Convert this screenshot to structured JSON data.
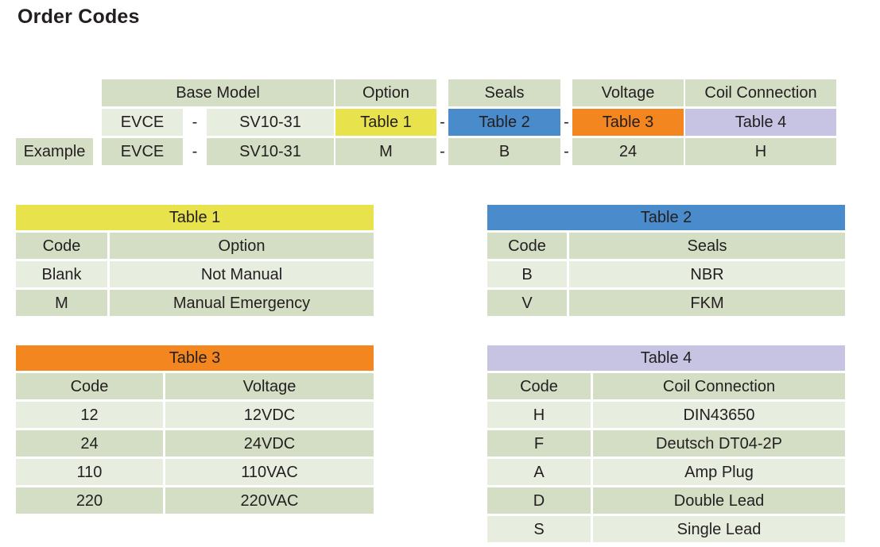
{
  "page": {
    "title": "Order Codes"
  },
  "order_table": {
    "headers": {
      "example_label_blank": "",
      "base_model": "Base Model",
      "option": "Option",
      "seals": "Seals",
      "voltage": "Voltage",
      "coil_connection": "Coil Connection"
    },
    "separator": "-",
    "code_row": {
      "row_label": "",
      "base_prefix": "EVCE",
      "base_suffix": "SV10-31",
      "option": "Table 1",
      "seals": "Table 2",
      "voltage": "Table 3",
      "coil_connection": "Table 4"
    },
    "example_row": {
      "row_label": "Example",
      "base_prefix": "EVCE",
      "base_suffix": "SV10-31",
      "option": "M",
      "seals": "B",
      "voltage": "24",
      "coil_connection": "H"
    }
  },
  "tables": {
    "table1": {
      "title": "Table 1",
      "accent": "#E8E34D",
      "columns": [
        "Code",
        "Option"
      ],
      "rows": [
        {
          "code": "Blank",
          "value": "Not Manual"
        },
        {
          "code": "M",
          "value": "Manual Emergency"
        }
      ]
    },
    "table2": {
      "title": "Table 2",
      "accent": "#4A8BCB",
      "columns": [
        "Code",
        "Seals"
      ],
      "rows": [
        {
          "code": "B",
          "value": "NBR"
        },
        {
          "code": "V",
          "value": "FKM"
        }
      ]
    },
    "table3": {
      "title": "Table 3",
      "accent": "#F3861F",
      "columns": [
        "Code",
        "Voltage"
      ],
      "rows": [
        {
          "code": "12",
          "value": "12VDC"
        },
        {
          "code": "24",
          "value": "24VDC"
        },
        {
          "code": "110",
          "value": "110VAC"
        },
        {
          "code": "220",
          "value": "220VAC"
        }
      ]
    },
    "table4": {
      "title": "Table 4",
      "accent": "#C7C4E3",
      "columns": [
        "Code",
        "Coil Connection"
      ],
      "rows": [
        {
          "code": "H",
          "value": "DIN43650"
        },
        {
          "code": "F",
          "value": "Deutsch DT04-2P"
        },
        {
          "code": "A",
          "value": "Amp Plug"
        },
        {
          "code": "D",
          "value": "Double Lead"
        },
        {
          "code": "S",
          "value": "Single Lead"
        }
      ]
    }
  },
  "colors": {
    "cell_green_dark": "#D3DEC4",
    "cell_green_light": "#E7EDDF",
    "text": "#231F20",
    "background": "#FFFFFF"
  }
}
